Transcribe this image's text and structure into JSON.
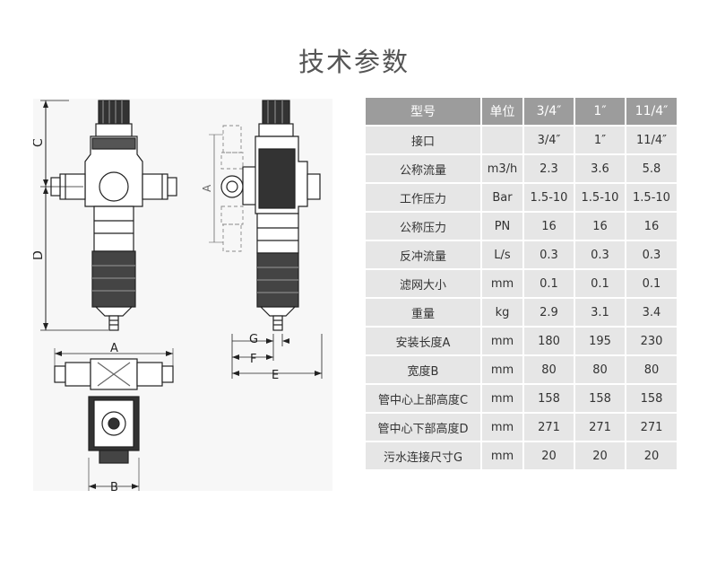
{
  "page": {
    "title": "技术参数"
  },
  "diagram": {
    "labels": {
      "a": "A",
      "b": "B",
      "c": "C",
      "d": "D",
      "e": "E",
      "f": "F",
      "g": "G"
    }
  },
  "table": {
    "headers": [
      "型号",
      "单位",
      "3/4″",
      "1″",
      "11/4″"
    ],
    "rows": [
      [
        "接口",
        "",
        "3/4″",
        "1″",
        "11/4″"
      ],
      [
        "公称流量",
        "m3/h",
        "2.3",
        "3.6",
        "5.8"
      ],
      [
        "工作压力",
        "Bar",
        "1.5-10",
        "1.5-10",
        "1.5-10"
      ],
      [
        "公称压力",
        "PN",
        "16",
        "16",
        "16"
      ],
      [
        "反冲流量",
        "L/s",
        "0.3",
        "0.3",
        "0.3"
      ],
      [
        "滤网大小",
        "mm",
        "0.1",
        "0.1",
        "0.1"
      ],
      [
        "重量",
        "kg",
        "2.9",
        "3.1",
        "3.4"
      ],
      [
        "安装长度A",
        "mm",
        "180",
        "195",
        "230"
      ],
      [
        "宽度B",
        "mm",
        "80",
        "80",
        "80"
      ],
      [
        "管中心上部高度C",
        "mm",
        "158",
        "158",
        "158"
      ],
      [
        "管中心下部高度D",
        "mm",
        "271",
        "271",
        "271"
      ],
      [
        "污水连接尺寸G",
        "mm",
        "20",
        "20",
        "20"
      ]
    ]
  }
}
